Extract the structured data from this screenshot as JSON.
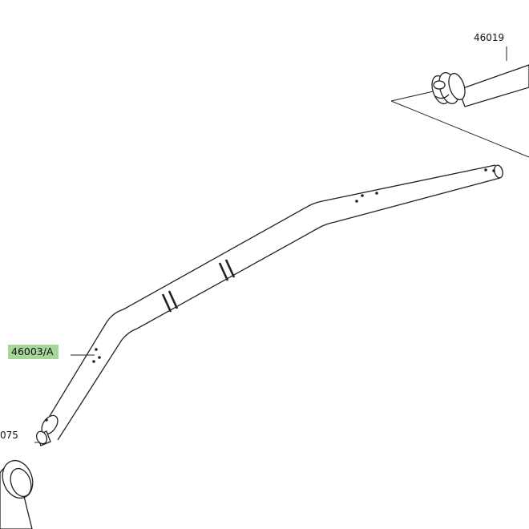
{
  "callouts": {
    "part_46019": "46019",
    "part_46003": "46003/A",
    "part_075": "075"
  },
  "colors": {
    "line": "#222222",
    "highlight": "#a6d69a",
    "background": "#ffffff"
  }
}
